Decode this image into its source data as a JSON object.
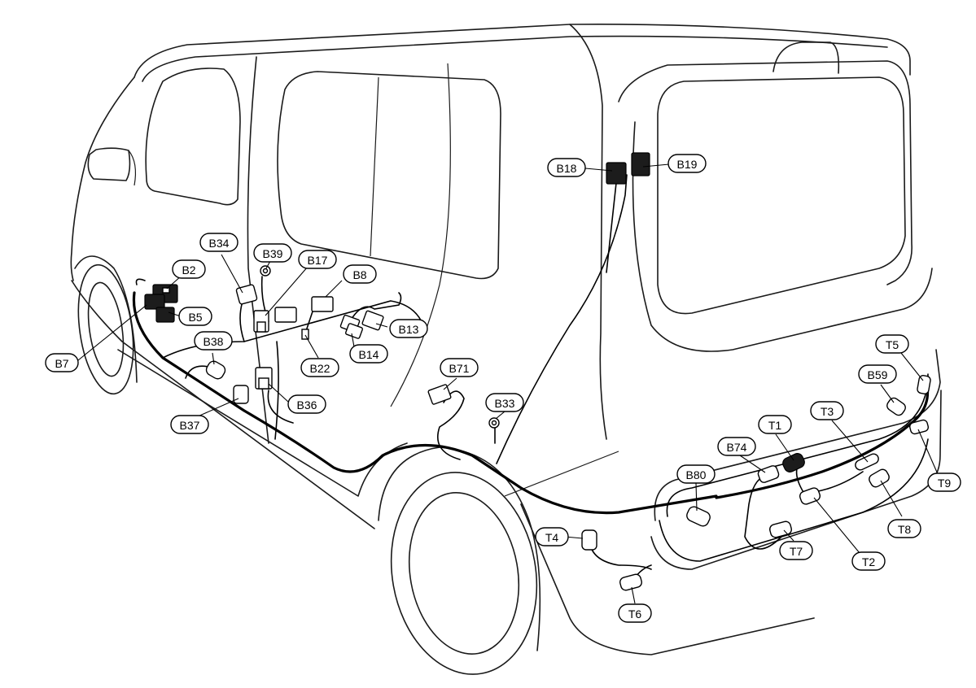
{
  "diagram": {
    "subject": "vehicle body harness connector locations",
    "labels": [
      {
        "id": "B2",
        "text": "B2"
      },
      {
        "id": "B5",
        "text": "B5"
      },
      {
        "id": "B7",
        "text": "B7"
      },
      {
        "id": "B8",
        "text": "B8"
      },
      {
        "id": "B13",
        "text": "B13"
      },
      {
        "id": "B14",
        "text": "B14"
      },
      {
        "id": "B17",
        "text": "B17"
      },
      {
        "id": "B18",
        "text": "B18"
      },
      {
        "id": "B19",
        "text": "B19"
      },
      {
        "id": "B22",
        "text": "B22"
      },
      {
        "id": "B33",
        "text": "B33"
      },
      {
        "id": "B34",
        "text": "B34"
      },
      {
        "id": "B36",
        "text": "B36"
      },
      {
        "id": "B37",
        "text": "B37"
      },
      {
        "id": "B38",
        "text": "B38"
      },
      {
        "id": "B39",
        "text": "B39"
      },
      {
        "id": "B59",
        "text": "B59"
      },
      {
        "id": "B71",
        "text": "B71"
      },
      {
        "id": "B74",
        "text": "B74"
      },
      {
        "id": "B80",
        "text": "B80"
      },
      {
        "id": "T1",
        "text": "T1"
      },
      {
        "id": "T2",
        "text": "T2"
      },
      {
        "id": "T3",
        "text": "T3"
      },
      {
        "id": "T4",
        "text": "T4"
      },
      {
        "id": "T5",
        "text": "T5"
      },
      {
        "id": "T6",
        "text": "T6"
      },
      {
        "id": "T7",
        "text": "T7"
      },
      {
        "id": "T8",
        "text": "T8"
      },
      {
        "id": "T9",
        "text": "T9"
      }
    ]
  }
}
